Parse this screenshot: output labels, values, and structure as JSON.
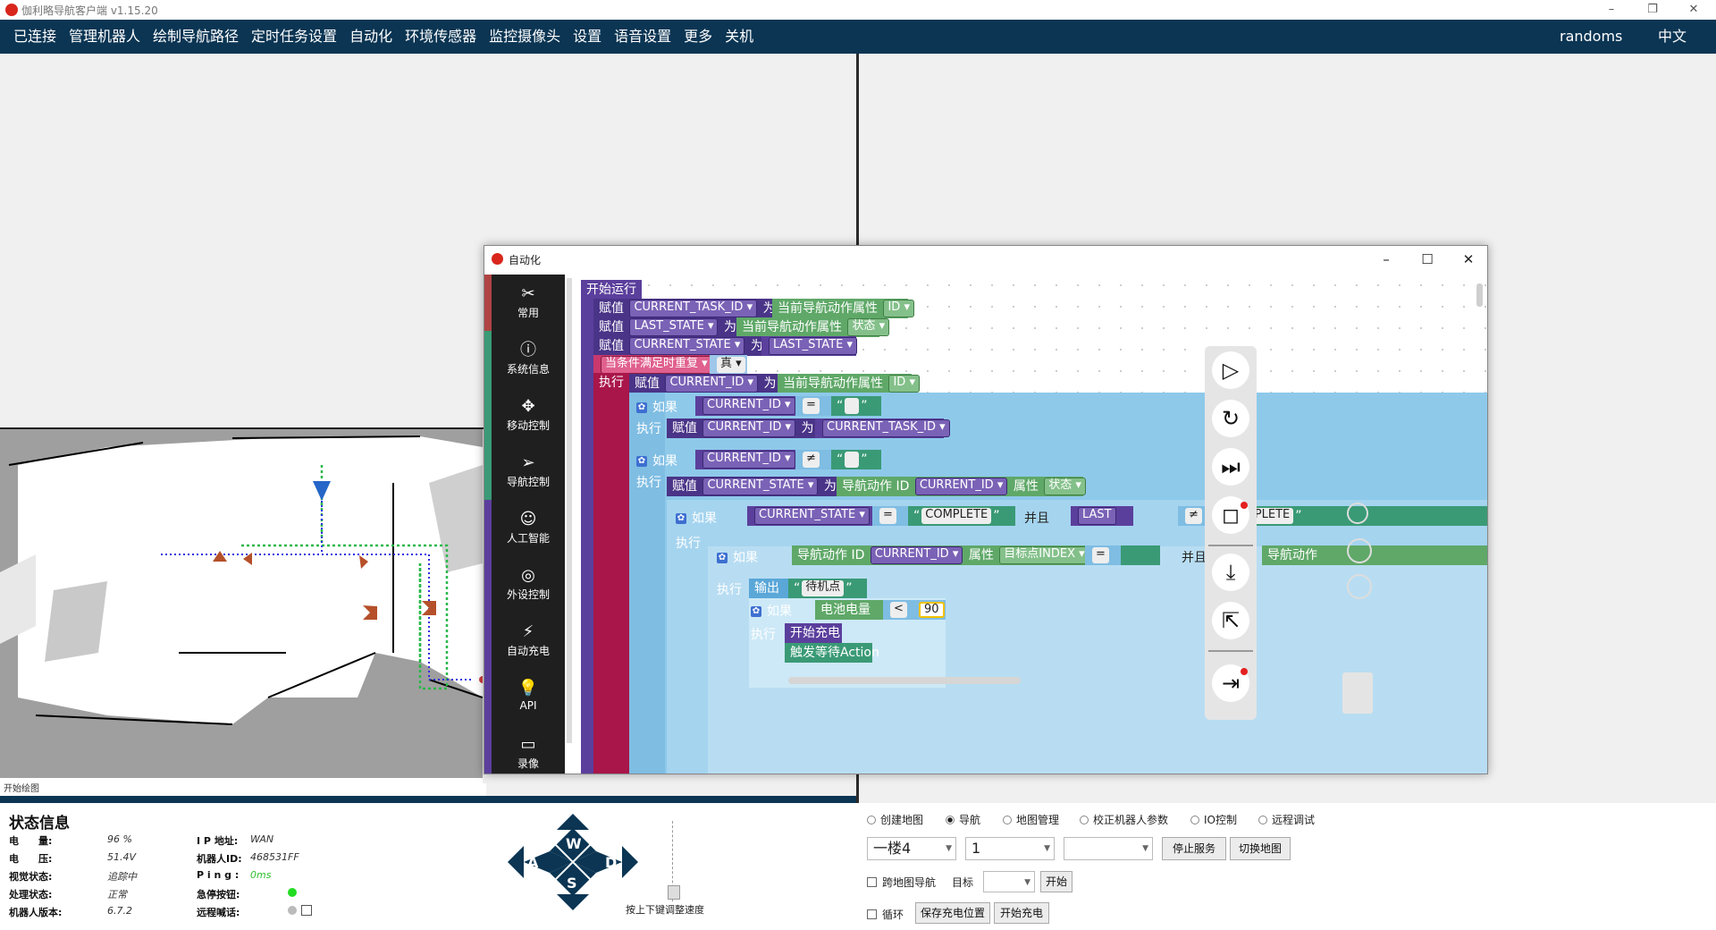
{
  "window": {
    "title": "伽利略导航客户端 v1.15.20",
    "minimize": "–",
    "restore": "❐",
    "close": "✕"
  },
  "menubar": {
    "items": [
      "已连接",
      "管理机器人",
      "绘制导航路径",
      "定时任务设置",
      "自动化",
      "环境传感器",
      "监控摄像头",
      "设置",
      "语音设置",
      "更多",
      "关机"
    ],
    "user": "randoms",
    "language": "中文"
  },
  "map": {
    "caption": "开始绘图"
  },
  "status": {
    "title": "状态信息",
    "left": [
      {
        "label": "电　　量:",
        "value": "96 %"
      },
      {
        "label": "电　　压:",
        "value": "51.4V"
      },
      {
        "label": "视觉状态:",
        "value": "追踪中"
      },
      {
        "label": "处理状态:",
        "value": "正常"
      },
      {
        "label": "机器人版本:",
        "value": "6.7.2"
      }
    ],
    "right": [
      {
        "label": "I P 地址:",
        "value": "WAN"
      },
      {
        "label": "机器人ID:",
        "value": "468531FF"
      },
      {
        "label": "P i n g :",
        "value": "0ms"
      },
      {
        "label": "急停按钮:",
        "value": ""
      },
      {
        "label": "远程喊话:",
        "value": ""
      }
    ],
    "colors": {
      "ping": "#2fbf2f",
      "estop": "#22dd22"
    }
  },
  "pad": {
    "up": "W",
    "left": "A",
    "down": "S",
    "right": "D",
    "speed_label": "按上下键调整速度"
  },
  "controls": {
    "modes": [
      "创建地图",
      "导航",
      "地图管理",
      "校正机器人参数",
      "IO控制",
      "远程调试"
    ],
    "map_select": "一楼4",
    "num_select": "1",
    "third_select": "",
    "stop_service": "停止服务",
    "switch_map": "切换地图",
    "cross_map": "跨地图导航",
    "target_label": "目标",
    "target_select": "",
    "start": "开始",
    "loop": "循环",
    "save_charge": "保存充电位置",
    "start_charge": "开始充电"
  },
  "automation": {
    "title": "自动化",
    "window_controls": {
      "min": "–",
      "max": "☐",
      "close": "✕"
    },
    "categories": [
      {
        "label": "常用",
        "icon": "wrench-icon"
      },
      {
        "label": "系统信息",
        "icon": "info-icon"
      },
      {
        "label": "移动控制",
        "icon": "move-icon"
      },
      {
        "label": "导航控制",
        "icon": "navigate-icon"
      },
      {
        "label": "人工智能",
        "icon": "robot-icon"
      },
      {
        "label": "外设控制",
        "icon": "peripheral-icon"
      },
      {
        "label": "自动充电",
        "icon": "battery-icon"
      },
      {
        "label": "API",
        "icon": "bulb-icon"
      },
      {
        "label": "录像",
        "icon": "camera-icon"
      }
    ],
    "category_colors": [
      "#b04444",
      "#3a9a76",
      "#3a9a76",
      "#3a9a76",
      "#5b3f9c",
      "#5b3f9c",
      "#5b3f9c",
      "#5b3f9c",
      "#5b3f9c"
    ],
    "blocks": {
      "start": "开始运行",
      "assign": "赋值",
      "as": "为",
      "current_task_id": "CURRENT_TASK_ID",
      "last_state": "LAST_STATE",
      "current_state": "CURRENT_STATE",
      "current_id": "CURRENT_ID",
      "nav_action_attr": "当前导航动作属性",
      "attr_id": "ID",
      "attr_state": "状态",
      "while": "当条件满足时重复",
      "true": "真",
      "do": "执行",
      "if": "如果",
      "eq": "=",
      "neq": "≠",
      "lt": "<",
      "nav_action_id": "导航动作 ID",
      "nav_action_id2": "导航动作ID",
      "attr": "属性",
      "complete": "COMPLETE",
      "and": "并且",
      "last": "LAST",
      "target_index": "目标点INDEX",
      "nav_action": "导航动作",
      "output": "输出",
      "waiting_point": "待机点",
      "battery": "电池电量",
      "ninety": "90",
      "start_charge": "开始充电",
      "trigger_wait": "触发等待Action",
      "quote_open": "“",
      "quote_close": "”"
    },
    "toolbar": [
      "play-icon",
      "redo-icon",
      "step-icon",
      "stop-icon",
      "download-icon",
      "export-icon",
      "exit-icon"
    ]
  }
}
